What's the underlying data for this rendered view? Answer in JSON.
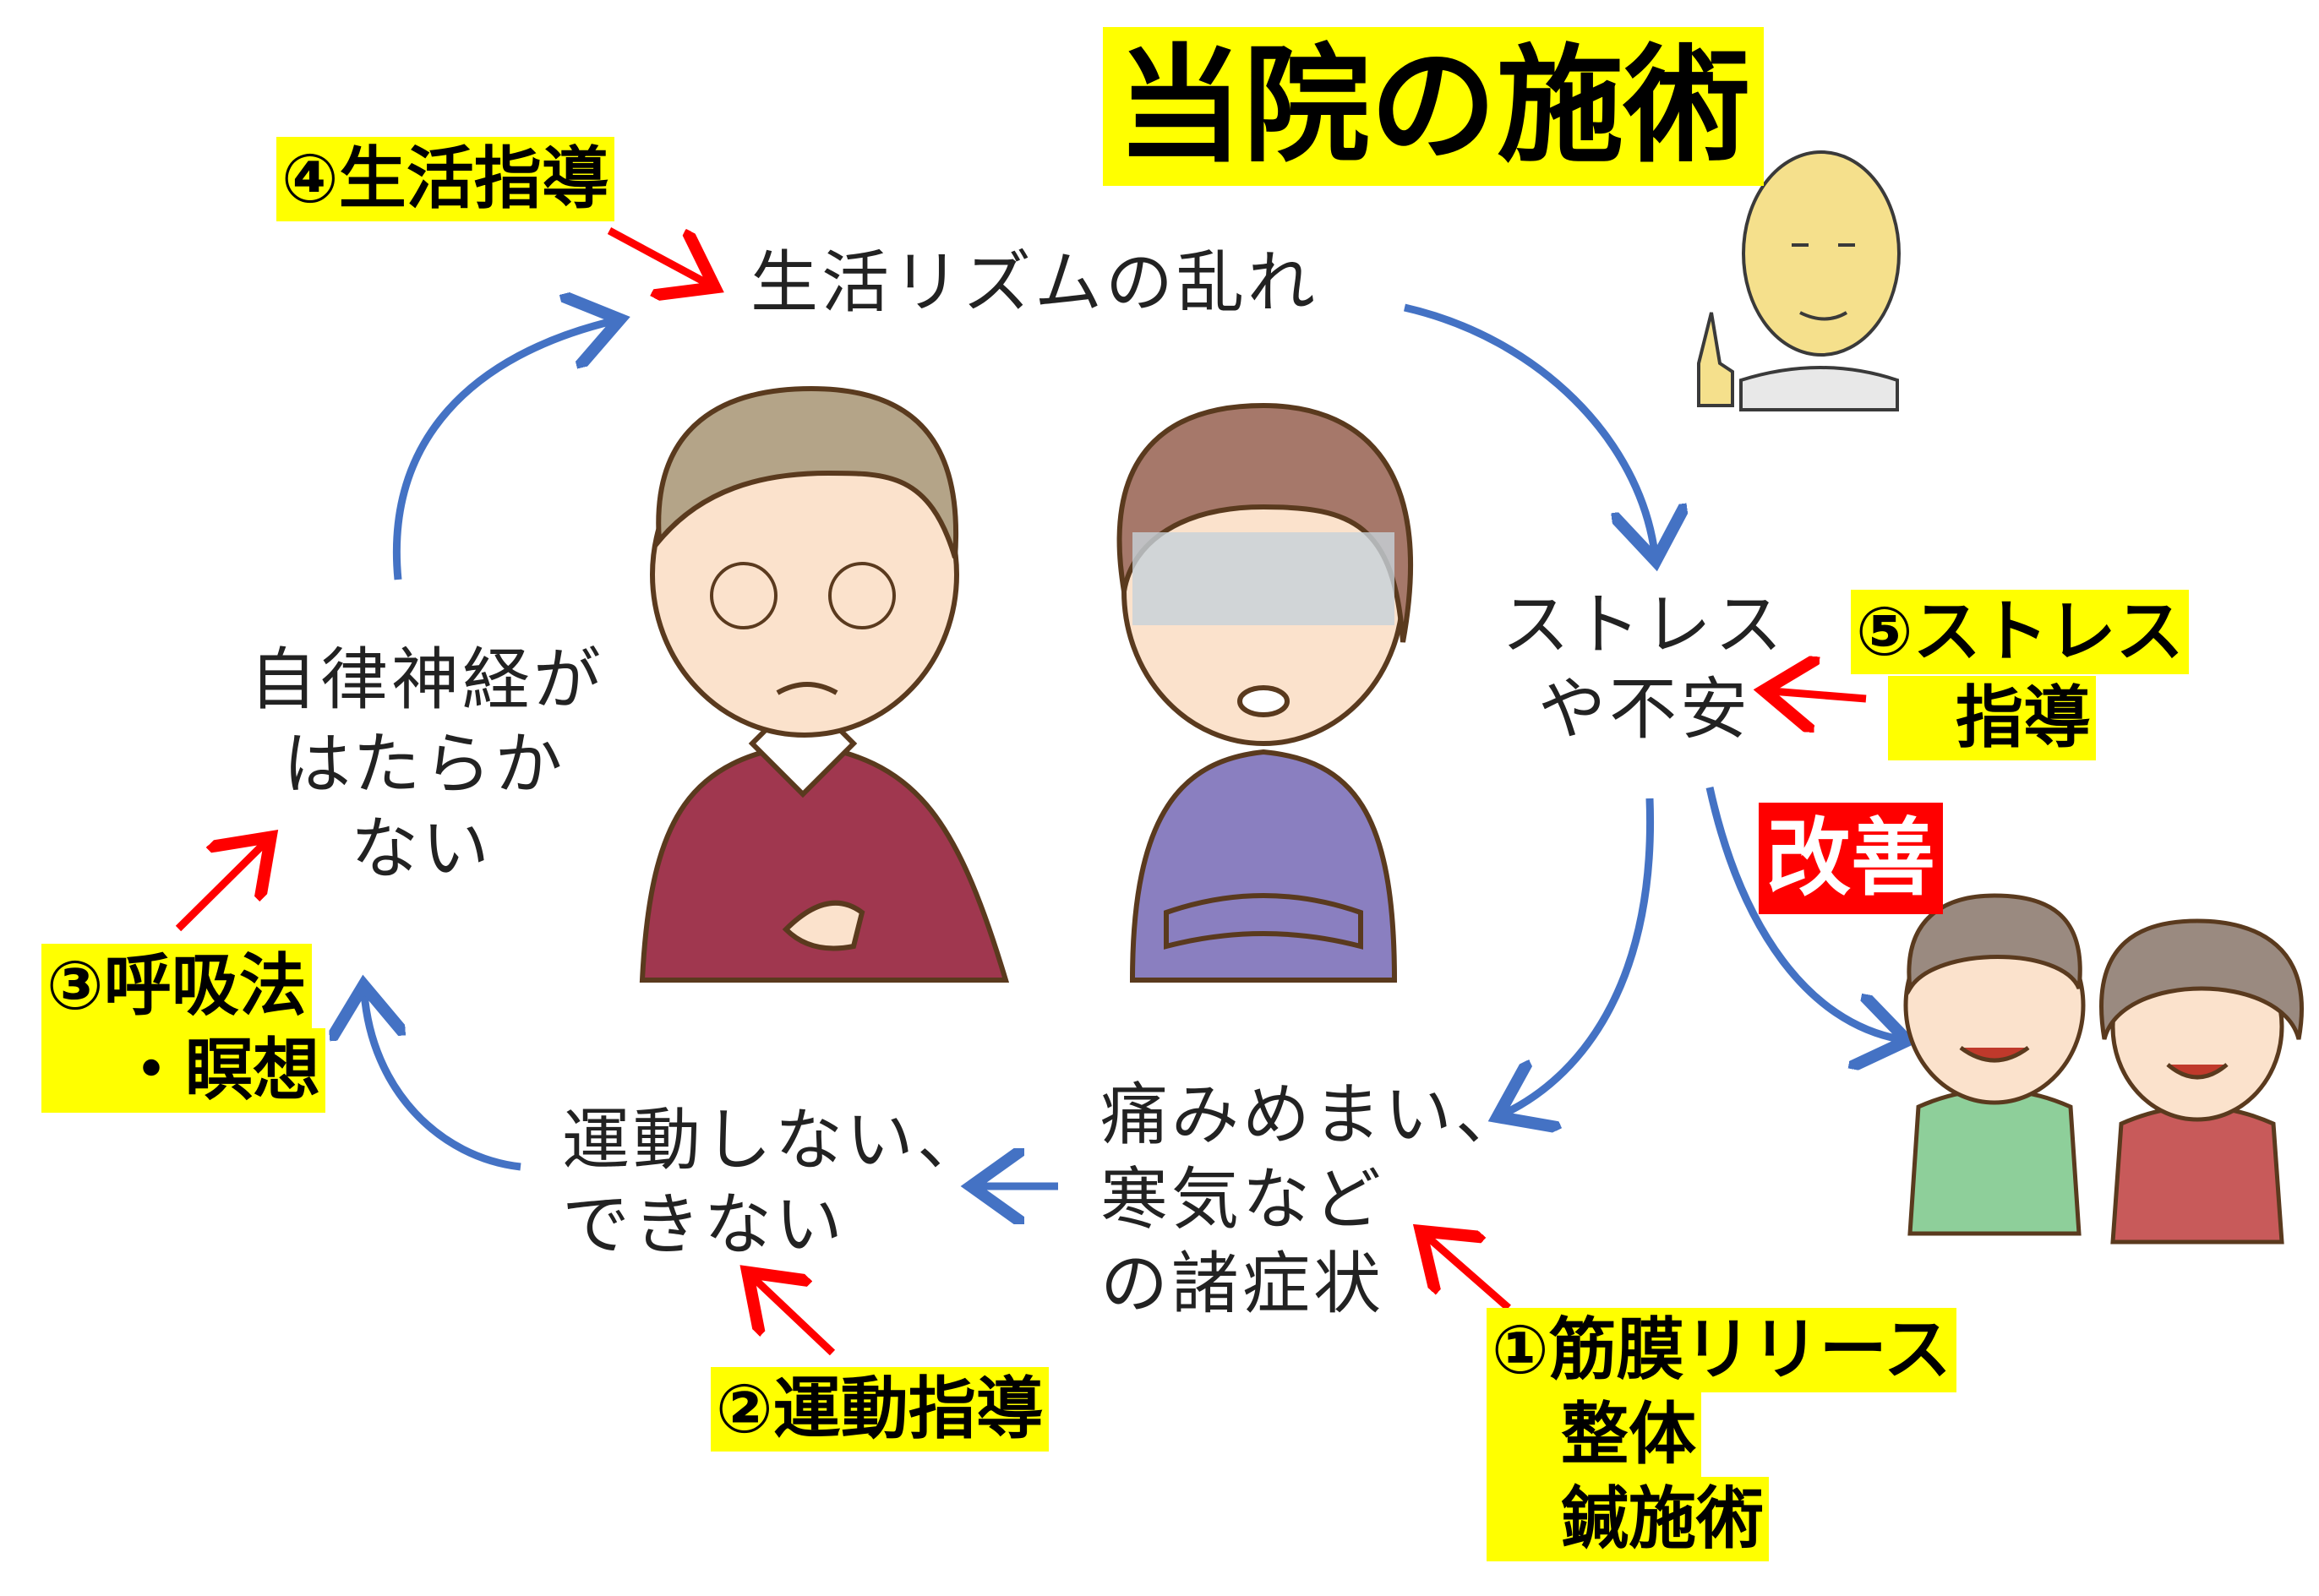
{
  "title": "当院の施術",
  "cycle": {
    "rhythm": "生活リズムの乱れ",
    "stress": [
      "ストレス",
      "や不安"
    ],
    "symptoms": [
      "痛みめまい、",
      "寒気など",
      "の諸症状"
    ],
    "exercise": [
      "運動しない、",
      "できない"
    ],
    "autonomic": [
      "自律神経が",
      "はたらか",
      "ない"
    ]
  },
  "treatments": {
    "t1": [
      "①筋膜リリース",
      "整体",
      "鍼施術"
    ],
    "t2": "②運動指導",
    "t3": [
      "③呼吸法",
      "・瞑想"
    ],
    "t4": "④生活指導",
    "t5": [
      "⑤ストレス",
      "指導"
    ]
  },
  "improvement": "改善",
  "colors": {
    "highlight": "#ffff00",
    "improve": "#ff0000",
    "cycle_arrow": "#4472c4",
    "treatment_arrow": "#ff0000"
  }
}
